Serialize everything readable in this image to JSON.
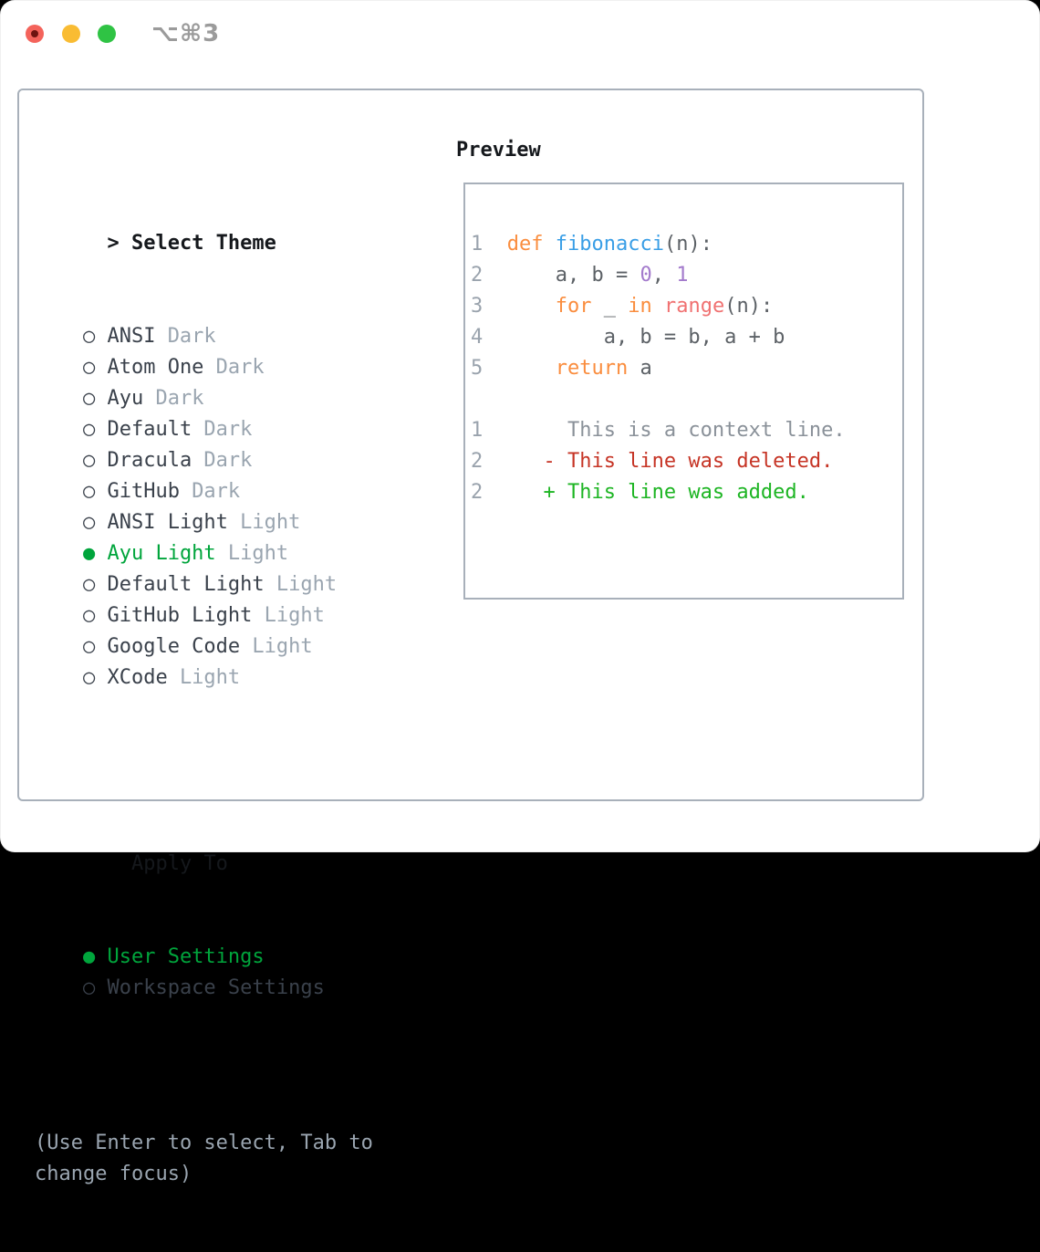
{
  "colors": {
    "text": "#3a414b",
    "header": "#15181c",
    "muted": "#9aa5b0",
    "border": "#a8b0ba",
    "select-green": "#00a53c",
    "shortcut": "#9b9b9b",
    "traffic-red": "#f4635b",
    "traffic-yellow": "#f9bc33",
    "traffic-green": "#2fc344",
    "unsaved-dot": "#6e1410",
    "code-ln": "#9aa3ad"
  },
  "window": {
    "titlebar_shortcut": "⌥⌘3"
  },
  "theme_list": {
    "prompt": ">",
    "header": "Select Theme",
    "marker_unselected": "○",
    "marker_selected": "●",
    "items": [
      {
        "name": "ANSI",
        "variant": "Dark",
        "selected": false
      },
      {
        "name": "Atom One",
        "variant": "Dark",
        "selected": false
      },
      {
        "name": "Ayu",
        "variant": "Dark",
        "selected": false
      },
      {
        "name": "Default",
        "variant": "Dark",
        "selected": false
      },
      {
        "name": "Dracula",
        "variant": "Dark",
        "selected": false
      },
      {
        "name": "GitHub",
        "variant": "Dark",
        "selected": false
      },
      {
        "name": "ANSI Light",
        "variant": "Light",
        "selected": false
      },
      {
        "name": "Ayu Light",
        "variant": "Light",
        "selected": true
      },
      {
        "name": "Default Light",
        "variant": "Light",
        "selected": false
      },
      {
        "name": "GitHub Light",
        "variant": "Light",
        "selected": false
      },
      {
        "name": "Google Code",
        "variant": "Light",
        "selected": false
      },
      {
        "name": "XCode",
        "variant": "Light",
        "selected": false
      }
    ]
  },
  "apply_to": {
    "header": "Apply To",
    "options": [
      {
        "label": "User Settings",
        "selected": true
      },
      {
        "label": "Workspace Settings",
        "selected": false
      }
    ]
  },
  "hint": "(Use Enter to select, Tab to change focus)",
  "preview": {
    "header": "Preview",
    "colors": {
      "keyword": "#fa8d3e",
      "function": "#399ee6",
      "builtin": "#f07171",
      "number": "#a37acc",
      "plain": "#5c6166",
      "context": "#8a9199",
      "deleted": "#c63425",
      "added": "#1db523"
    },
    "code_lines": [
      {
        "num": "1",
        "tokens": [
          {
            "t": "def",
            "c": "keyword"
          },
          {
            "t": " ",
            "c": "plain"
          },
          {
            "t": "fibonacci",
            "c": "function"
          },
          {
            "t": "(n):",
            "c": "plain"
          }
        ]
      },
      {
        "num": "2",
        "tokens": [
          {
            "t": "    a, b = ",
            "c": "plain"
          },
          {
            "t": "0",
            "c": "number"
          },
          {
            "t": ", ",
            "c": "plain"
          },
          {
            "t": "1",
            "c": "number"
          }
        ]
      },
      {
        "num": "3",
        "tokens": [
          {
            "t": "    ",
            "c": "plain"
          },
          {
            "t": "for",
            "c": "keyword"
          },
          {
            "t": " _ ",
            "c": "plain"
          },
          {
            "t": "in",
            "c": "keyword"
          },
          {
            "t": " ",
            "c": "plain"
          },
          {
            "t": "range",
            "c": "builtin"
          },
          {
            "t": "(n):",
            "c": "plain"
          }
        ]
      },
      {
        "num": "4",
        "tokens": [
          {
            "t": "        a, b = b, a + b",
            "c": "plain"
          }
        ]
      },
      {
        "num": "5",
        "tokens": [
          {
            "t": "    ",
            "c": "plain"
          },
          {
            "t": "return",
            "c": "keyword"
          },
          {
            "t": " a",
            "c": "plain"
          }
        ]
      },
      {
        "num": "",
        "tokens": []
      },
      {
        "num": "1",
        "tokens": [
          {
            "t": "     This is a context line.",
            "c": "context"
          }
        ]
      },
      {
        "num": "2",
        "tokens": [
          {
            "t": "   - This line was deleted.",
            "c": "deleted"
          }
        ]
      },
      {
        "num": "2",
        "tokens": [
          {
            "t": "   + This line was added.",
            "c": "added"
          }
        ]
      }
    ]
  }
}
